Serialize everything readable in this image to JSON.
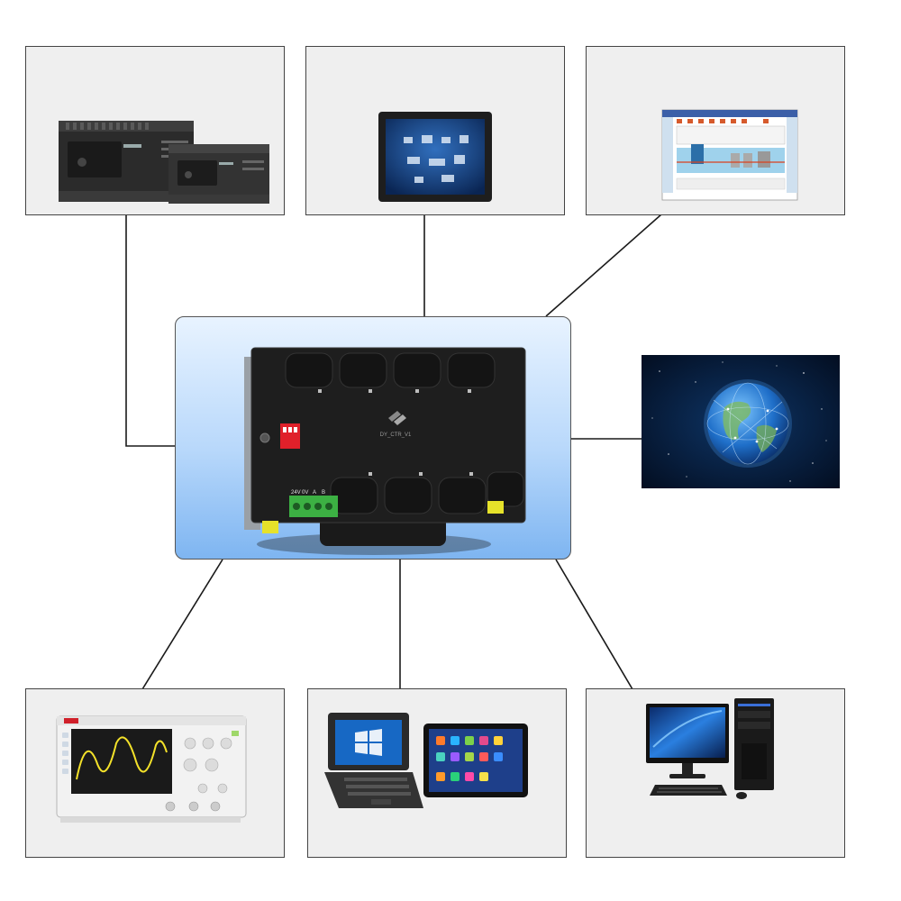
{
  "hub": {
    "module_model": "DY_CTR_V1",
    "terminal_labels": [
      "24V",
      "0V",
      "A",
      "B"
    ]
  },
  "colors": {
    "connector_line": "#1a1a1a",
    "panel_bg": "#efefef",
    "hub_gradient_top": "#e8f3ff",
    "hub_gradient_bottom": "#7eb5f1",
    "terminal_green": "#3cb043",
    "dip_switch_red": "#e0202a",
    "din_clip_yellow": "#e6e22a",
    "space_bg": "#04142c"
  },
  "icons": [
    "plc-icon",
    "hmi-touchscreen-icon",
    "scada-software-icon",
    "cloud-globe-icon",
    "oscilloscope-icon",
    "laptop-tablet-icon",
    "desktop-computer-icon"
  ]
}
